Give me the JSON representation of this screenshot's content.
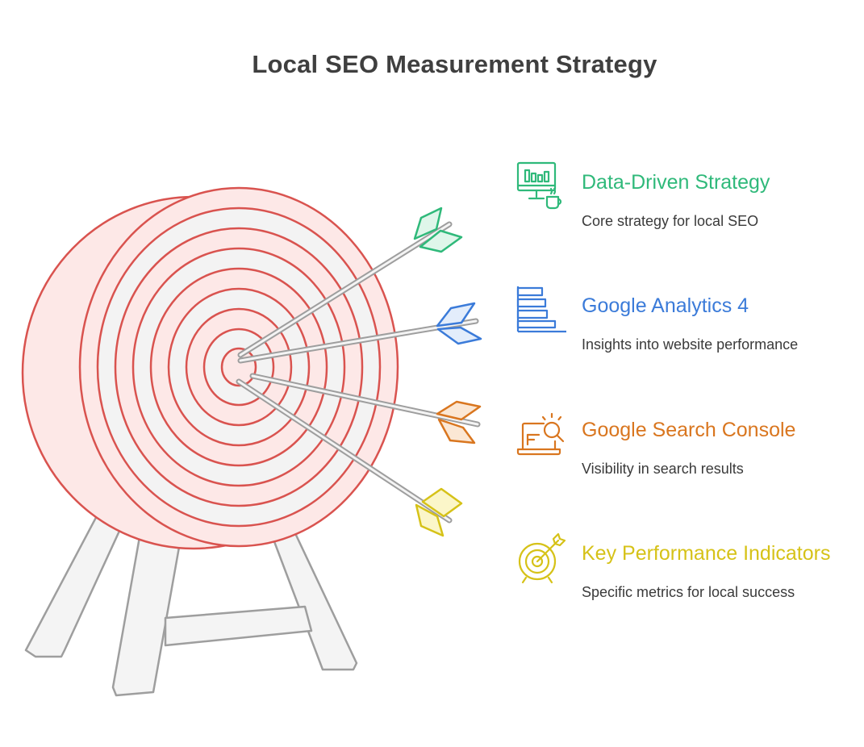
{
  "diagram": {
    "title": "Local SEO Measurement Strategy",
    "items": [
      {
        "title": "Data-Driven Strategy",
        "description": "Core strategy for local SEO",
        "color": "#2fb97a",
        "icon": "dashboard-monitor-coffee-icon"
      },
      {
        "title": "Google Analytics 4",
        "description": "Insights into website performance",
        "color": "#3b7bd9",
        "icon": "bar-chart-icon"
      },
      {
        "title": "Google Search Console",
        "description": "Visibility in search results",
        "color": "#d9761f",
        "icon": "laptop-search-icon"
      },
      {
        "title": "Key Performance Indicators",
        "description": "Specific metrics for local success",
        "color": "#d6c218",
        "icon": "target-arrow-icon"
      }
    ],
    "colors": {
      "target_stroke": "#d9534f",
      "target_fill": "#fde8e7",
      "target_ring_fill": "#f3f3f3",
      "easel_stroke": "#9e9e9e",
      "easel_fill": "#f4f4f4",
      "title_text": "#3f3f3f"
    }
  }
}
